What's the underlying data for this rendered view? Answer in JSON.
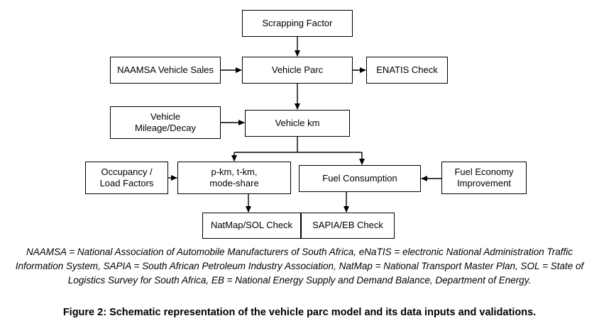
{
  "diagram": {
    "nodes": {
      "scrapping_factor": "Scrapping Factor",
      "naamsa_vehicle_sales": "NAAMSA Vehicle Sales",
      "vehicle_parc": "Vehicle Parc",
      "enatis_check": "ENATIS Check",
      "vehicle_mileage_decay": "Vehicle\nMileage/Decay",
      "vehicle_km": "Vehicle km",
      "occupancy_load_factors": "Occupancy /\nLoad Factors",
      "pkm_tkm_mode_share": "p-km, t-km,\nmode-share",
      "fuel_consumption": "Fuel Consumption",
      "fuel_economy_improvement": "Fuel Economy\nImprovement",
      "natmap_sol_check": "NatMap/SOL Check",
      "sapia_eb_check": "SAPIA/EB Check"
    },
    "note": "NAAMSA = National Association of Automobile Manufacturers of South Africa, eNaTIS = electronic National Administration Traffic Information System, SAPIA = South African Petroleum Industry Association, NatMap = National Transport Master Plan, SOL = State of Logistics Survey for South Africa, EB = National Energy Supply and Demand Balance, Department of Energy.",
    "caption": "Figure 2: Schematic representation of the vehicle parc model and its data inputs and validations."
  }
}
